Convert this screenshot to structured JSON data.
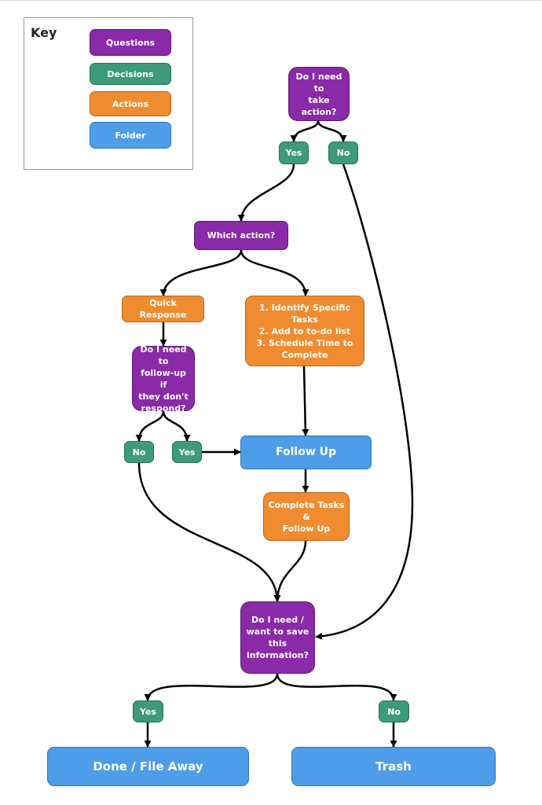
{
  "legend": {
    "title": "Key",
    "questions": "Questions",
    "decisions": "Decisions",
    "actions": "Actions",
    "folder": "Folder"
  },
  "nodes": {
    "q_take_action": "Do I need to\ntake action?",
    "yes_top": "Yes",
    "no_top": "No",
    "which_action": "Which action?",
    "quick_response": "Quick Response",
    "tasks_list": "1. Identify Specific Tasks\n2. Add to to-do list\n3. Schedule Time to\nComplete",
    "q_follow_up": "Do I need to\nfollow-up if\nthey don't\nrespond?",
    "no_mid": "No",
    "yes_mid": "Yes",
    "follow_up": "Follow Up",
    "complete_tasks": "Complete Tasks &\nFollow Up",
    "q_save": "Do I need /\nwant to save\nthis\ninformation?",
    "yes_bottom": "Yes",
    "no_bottom": "No",
    "done_file_away": "Done / File Away",
    "trash": "Trash"
  },
  "colors": {
    "questions": "#8a2aa8",
    "decisions": "#3d9a7c",
    "actions": "#f08c2f",
    "folder": "#4d9de8",
    "connector": "#000000"
  }
}
